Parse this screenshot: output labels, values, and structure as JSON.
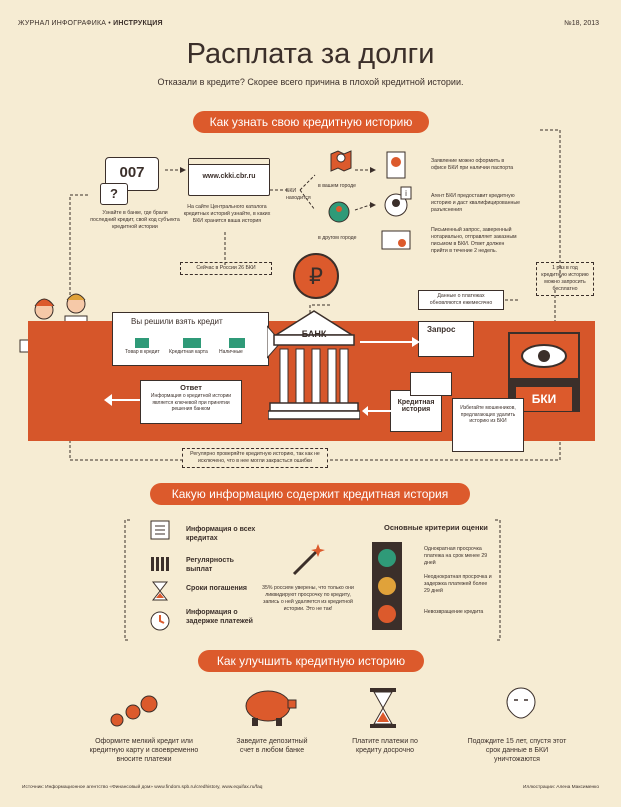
{
  "header": {
    "journal": "ЖУРНАЛ ИНФОГРАФИКА",
    "separator": "•",
    "section": "ИНСТРУКЦИЯ",
    "issue": "№18, 2013"
  },
  "title": "Расплата за долги",
  "subtitle": "Отказали в кредите? Скорее всего причина в плохой кредитной истории.",
  "section1": {
    "heading": "Как узнать свою кредитную историю",
    "code_number": "007",
    "code_question": "?",
    "code_text": "Узнайте в банке, где брали последний кредит, свой код субъекта кредитной истории",
    "site_url": "www.ckki.cbr.ru",
    "site_text": "На сайте Центрального каталога кредитных историй узнайте, в каких БКИ хранится ваша история",
    "bki_count": "Сейчас в России 26 БКИ",
    "bki_located": "БКИ находится",
    "in_city": "в вашем городе",
    "other_city": "в другом городе",
    "opt1": "Заявление можно оформить в офисе БКИ при наличии паспорта",
    "opt2": "Агент БКИ предоставит кредитную историю и даст квалифицированные разъяснения",
    "opt3": "Письменный запрос, заверенный нотариально, отправляет заказным письмом в БКИ. Ответ должен прийти в течение 2 недель.",
    "free_note": "1 раз в год кредитную историю можно запросить бесплатно"
  },
  "flow": {
    "updates_note": "Данные о платежах обновляются ежемесячно",
    "decided": "Вы решили взять кредит",
    "goods": "Товар в кредит",
    "card": "Кредитная карта",
    "cash": "Наличные",
    "bank": "БАНК",
    "request": "Запрос",
    "bki": "БКИ",
    "answer_title": "Ответ",
    "answer_text": "Информация о кредитной истории является ключевой при принятии решения банком",
    "credit_history": "Кредитная история",
    "scam_note": "Избегайте мошенников, предлагающих удалить историю из БКИ",
    "check_note": "Регулярно проверяйте кредитную историю, так как не исключено, что в нее могли закрасться ошибки"
  },
  "section2": {
    "heading": "Какую информацию содержит кредитная история",
    "items": [
      "Информация о всех кредитах",
      "Регулярность выплат",
      "Сроки погашения",
      "Информация о задержке платежей"
    ],
    "wand_text": "35% россиян уверены, что только они ликвидируют просрочку по кредиту, запись о ней удаляется из кредитной истории. Это не так!",
    "criteria_title": "Основные критерии оценки",
    "criteria": [
      "Однократная просрочка платежа на срок менее 29 дней",
      "Неоднократная просрочка и задержка платежей более 29 дней",
      "Невозвращение кредита"
    ]
  },
  "section3": {
    "heading": "Как улучшить кредитную историю",
    "tips": [
      "Оформите мелкий кредит или кредитную карту и своевременно вносите платежи",
      "Заведите депозитный счет в любом банке",
      "Платите платежи по кредиту досрочно",
      "Подождите 15 лет, спустя этот срок данные в БКИ уничтожаются"
    ]
  },
  "footer": {
    "sources": "Источник: Информационное агентство «Финансовый дом» www.findom.spb.ru/credhistory, www.equifax.ru/faq",
    "illustration": "Иллюстрации: Алена Максименко"
  },
  "colors": {
    "accent": "#dc5a2c",
    "background": "#f6ecd3",
    "ink": "#3b2f2a",
    "green": "#2f9a78"
  }
}
